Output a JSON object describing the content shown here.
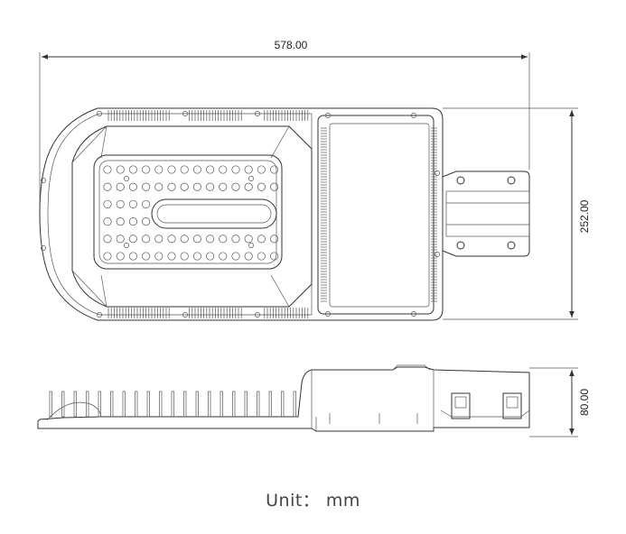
{
  "dimensions": {
    "length": "578.00",
    "width": "252.00",
    "height": "80.00"
  },
  "unit_label": "Unit： mm",
  "colors": {
    "line": "#333333",
    "background": "#ffffff"
  }
}
